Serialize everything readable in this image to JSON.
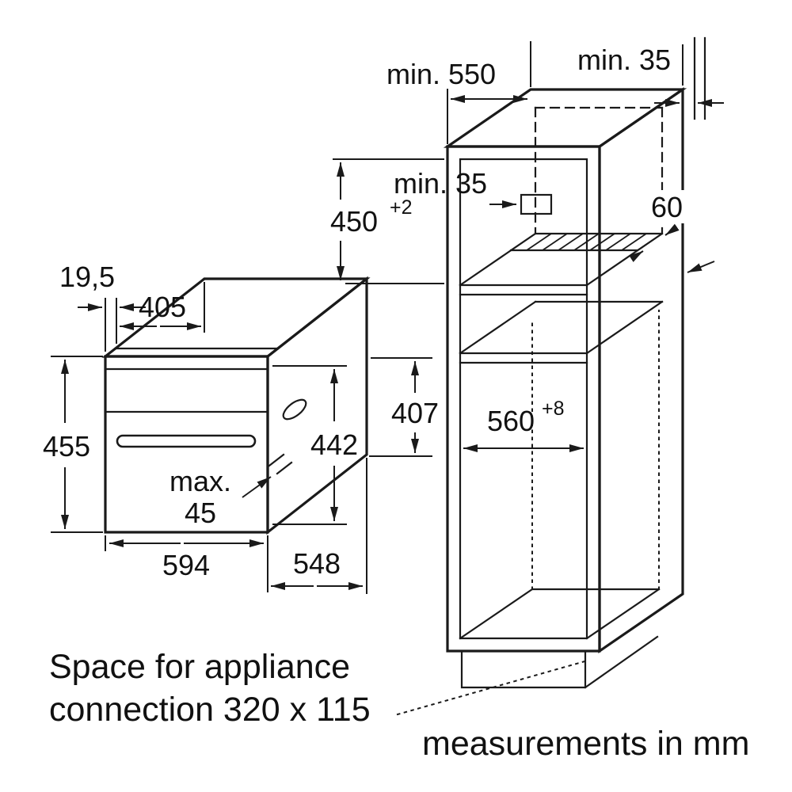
{
  "diagram": {
    "cabinet": {
      "depth_min": "min. 550",
      "rear_gap_top": "min. 35",
      "niche_height": "450",
      "niche_height_tolerance": "+2",
      "rear_gap_mid": "min. 35",
      "vent_depth": "60",
      "niche_width": "560",
      "niche_width_tolerance": "+8"
    },
    "appliance": {
      "front_overhang": "19,5",
      "top_depth": "405",
      "height": "455",
      "door_height": "442",
      "body_height": "407",
      "handle_clearance_label": "max.",
      "handle_clearance_value": "45",
      "width": "594",
      "depth": "548"
    },
    "notes": {
      "connection_line1": "Space for appliance",
      "connection_line2": "connection 320 x 115",
      "units": "measurements in mm"
    },
    "colors": {
      "line": "#1a1a1a",
      "background": "#ffffff"
    }
  }
}
